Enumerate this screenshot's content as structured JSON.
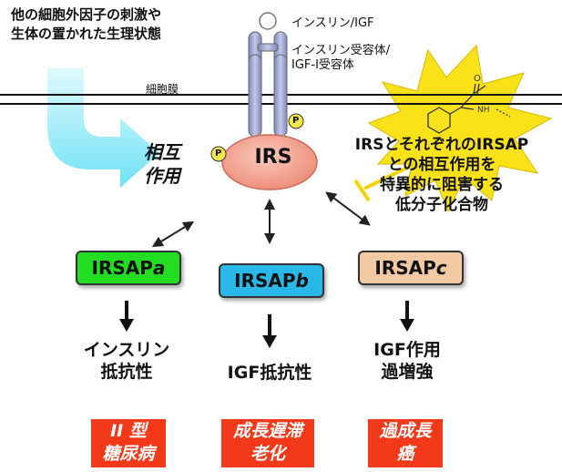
{
  "top_stimulus": {
    "line1": "他の細胞外因子の刺激や",
    "line2": "生体の置かれた生理状態"
  },
  "interaction": {
    "line1": "相互",
    "line2": "作用"
  },
  "membrane_label": "細胞膜",
  "receptor": {
    "ligand_label": "インスリン/IGF",
    "receptor_line1": "インスリン受容体/",
    "receptor_line2": "IGF-I受容体",
    "phospho_label": "P"
  },
  "irs_label": "IRS",
  "inhibitor": {
    "line1": "IRSとそれぞれのIRSAP",
    "line2": "との相互作用を",
    "line3": "特異的に阻害する",
    "line4": "低分子化合物"
  },
  "irsaps": [
    {
      "prefix": "IRSAP",
      "suffix": "a",
      "effect_line1": "インスリン",
      "effect_line2": "抵抗性",
      "disease_line1": "II 型",
      "disease_line2": "糖尿病",
      "color": "#22dd22"
    },
    {
      "prefix": "IRSAP",
      "suffix": "b",
      "effect_line1": "IGF抵抗性",
      "effect_line2": "",
      "disease_line1": "成長遅滞",
      "disease_line2": "老化",
      "color": "#2ab8e8"
    },
    {
      "prefix": "IRSAP",
      "suffix": "c",
      "effect_line1": "IGF作用",
      "effect_line2": "過増強",
      "disease_line1": "過成長",
      "disease_line2": "癌",
      "color": "#f2c9a2"
    }
  ],
  "colors": {
    "irs_fill": "#f4a08c",
    "receptor_fill": "#9aa2cf",
    "phospho_fill": "#f6e84a",
    "starburst": "#f9e21a",
    "arrow_cyan": "#7ee8f6",
    "disease_red": "#f23a1a"
  }
}
